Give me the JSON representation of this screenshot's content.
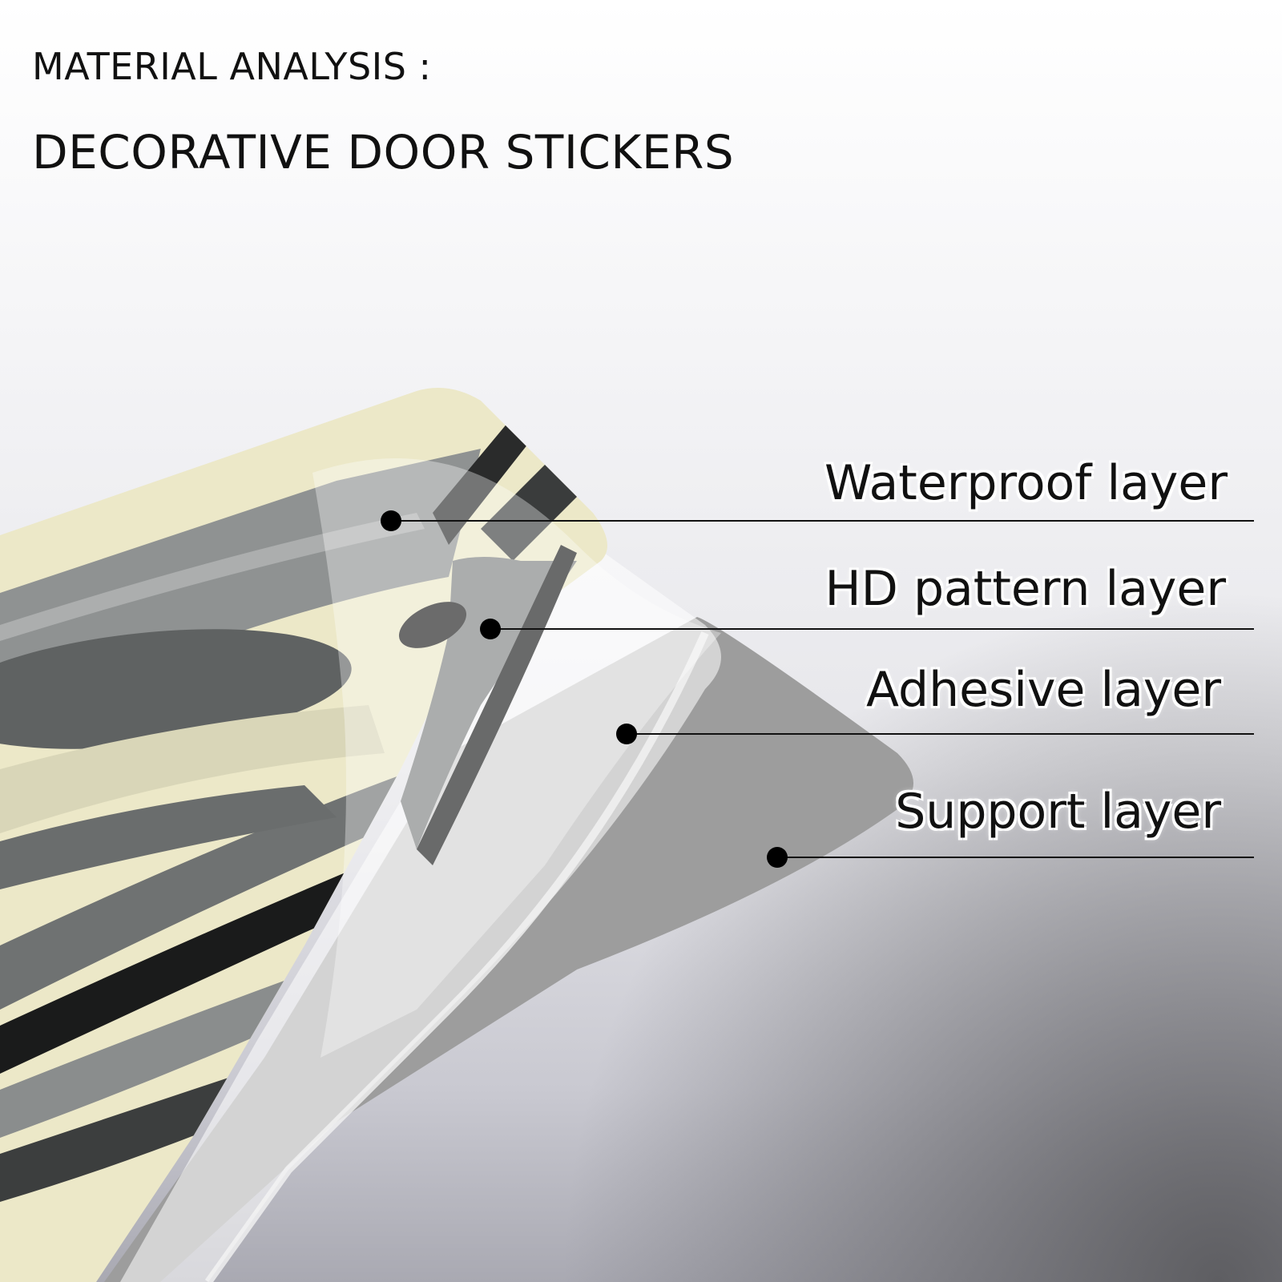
{
  "header": {
    "line1": "MATERIAL ANALYSIS :",
    "line2": "DECORATIVE DOOR STICKERS"
  },
  "layers": [
    {
      "label": "Waterproof layer"
    },
    {
      "label": "HD pattern layer"
    },
    {
      "label": "Adhesive layer"
    },
    {
      "label": "Support layer"
    }
  ],
  "colors": {
    "cream": "#ece8c8",
    "gray": "#8e9090",
    "dark": "#111111",
    "support": "#9c9c9c",
    "line": "#111111"
  }
}
